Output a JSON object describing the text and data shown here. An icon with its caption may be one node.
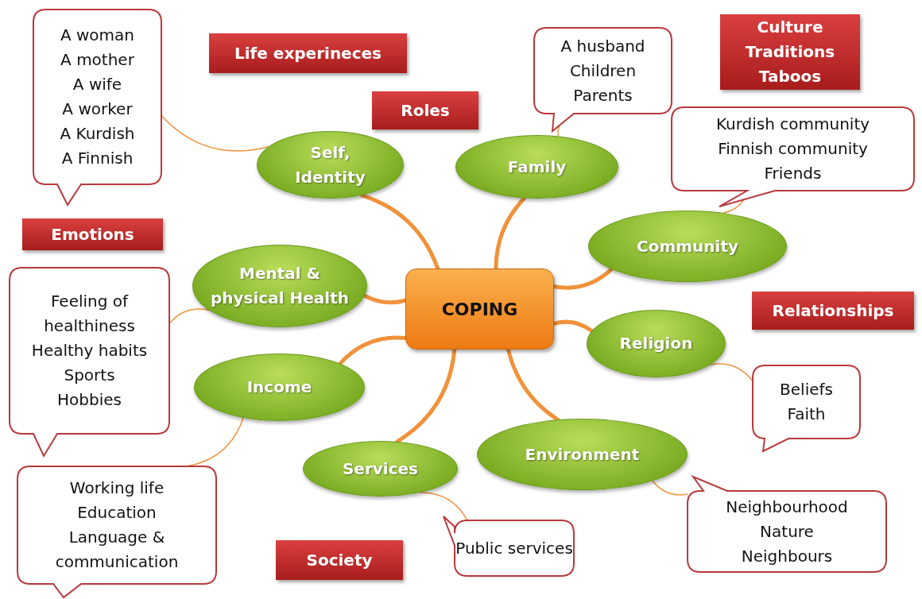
{
  "diagram": {
    "nodes": [
      {
        "text": [
          "COPING"
        ]
      },
      {
        "text": [
          "Self, Identity"
        ]
      },
      {
        "text": [
          "Family"
        ]
      },
      {
        "text": [
          "Community"
        ]
      },
      {
        "text": [
          "Religion"
        ]
      },
      {
        "text": [
          "Environment"
        ]
      },
      {
        "text": [
          "Services"
        ]
      },
      {
        "text": [
          "Income"
        ]
      },
      {
        "text": [
          "Mental & physical Health"
        ]
      },
      {
        "text": [
          "A woman",
          "A mother",
          "A wife",
          "A worker",
          "A Kurdish",
          "A Finnish"
        ]
      },
      {
        "text": [
          "A husband",
          "Children",
          "Parents"
        ]
      },
      {
        "text": [
          "Kurdish community",
          "Finnish community",
          "Friends"
        ]
      },
      {
        "text": [
          "Beliefs",
          "Faith"
        ]
      },
      {
        "text": [
          "Neighbourhood",
          "Nature",
          "Neighbours"
        ]
      },
      {
        "text": [
          "Public services"
        ]
      },
      {
        "text": [
          "Working life",
          "Education",
          "Language & communication"
        ]
      },
      {
        "text": [
          "Feeling of healthiness",
          "Healthy habits",
          "Sports",
          "Hobbies"
        ]
      },
      {
        "text": [
          "Life experineces"
        ]
      },
      {
        "text": [
          "Roles"
        ]
      },
      {
        "text": [
          "Culture",
          "Traditions",
          "Taboos"
        ]
      },
      {
        "text": [
          "Emotions"
        ]
      },
      {
        "text": [
          "Relationships"
        ]
      },
      {
        "text": [
          "Society"
        ]
      }
    ],
    "edges": [
      {
        "from": 0,
        "to": 1,
        "arrow": "none",
        "style": "thick"
      },
      {
        "from": 0,
        "to": 2,
        "arrow": "none",
        "style": "thick"
      },
      {
        "from": 0,
        "to": 3,
        "arrow": "none",
        "style": "thick"
      },
      {
        "from": 0,
        "to": 4,
        "arrow": "none",
        "style": "thick"
      },
      {
        "from": 0,
        "to": 5,
        "arrow": "none",
        "style": "thick"
      },
      {
        "from": 0,
        "to": 6,
        "arrow": "none",
        "style": "thick"
      },
      {
        "from": 0,
        "to": 7,
        "arrow": "none",
        "style": "thick"
      },
      {
        "from": 0,
        "to": 8,
        "arrow": "none",
        "style": "thick"
      },
      {
        "from": 9,
        "to": 1,
        "arrow": "none"
      },
      {
        "from": 10,
        "to": 2,
        "arrow": "none"
      },
      {
        "from": 11,
        "to": 3,
        "arrow": "none"
      },
      {
        "from": 12,
        "to": 4,
        "arrow": "none"
      },
      {
        "from": 13,
        "to": 5,
        "arrow": "none"
      },
      {
        "from": 14,
        "to": 6,
        "arrow": "none"
      },
      {
        "from": 15,
        "to": 7,
        "arrow": "none"
      },
      {
        "from": 16,
        "to": 8,
        "arrow": "none"
      }
    ]
  }
}
